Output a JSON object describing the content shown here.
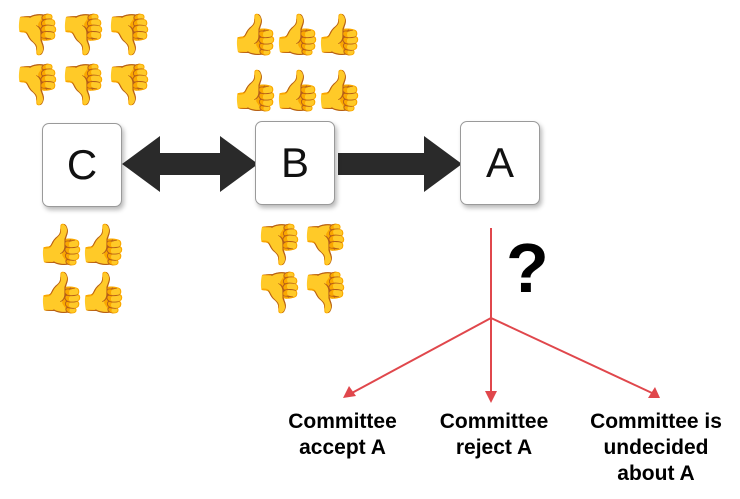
{
  "nodes": {
    "c": "C",
    "b": "B",
    "a": "A"
  },
  "question_mark": "?",
  "outcomes": {
    "accept": "Committee accept A",
    "reject": "Committee reject A",
    "undecided": "Committee is undecided about A"
  },
  "votes": {
    "above_c": {
      "icon": "thumbs-down-icon",
      "count": 6
    },
    "above_b": {
      "icon": "thumbs-up-icon",
      "count": 6
    },
    "below_c": {
      "icon": "thumbs-up-icon",
      "count": 4
    },
    "below_b": {
      "icon": "thumbs-down-icon",
      "count": 4
    }
  },
  "colors": {
    "arrow_black": "#2a2a2a",
    "branch_red": "#e0474c"
  }
}
